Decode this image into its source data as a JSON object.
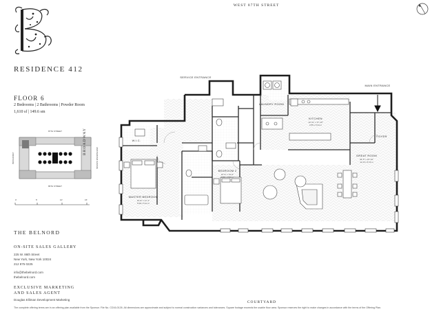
{
  "street_top": "WEST 87TH STREET",
  "residence": "RESIDENCE 412",
  "floor": {
    "title": "FLOOR 6",
    "rooms": "2 Bedrooms | 2 Bathrooms | Powder Room",
    "area": "1,610 sf | 149.6 sm"
  },
  "keyplan": {
    "top": "87TH STREET",
    "bottom": "86TH STREET",
    "left": "BROADWAY",
    "right": "AMSTERDAM AVENUE"
  },
  "scale_labels": [
    "0'",
    "5'",
    "10'",
    "15'"
  ],
  "broadway": "BROADWAY",
  "courtyard": "COURTYARD",
  "belnord": "THE BELNORD",
  "gallery": {
    "title": "ON-SITE SALES GALLERY",
    "address1": "225 W. 86th Street",
    "address2": "New York, New York 10024",
    "phone": "212 875 0225",
    "email": "info@thebelnord.com",
    "web": "thebelnord.com"
  },
  "marketing": {
    "title_line1": "EXCLUSIVE MARKETING",
    "title_line2": "AND SALES AGENT",
    "agent": "Douglas Elliman Development Marketing"
  },
  "disclaimer": "The complete offering terms are in an offering plan available from the Sponsor. File No. CD16-0126. All dimensions are approximate and subject to normal construction variances and tolerances. Square footage exceeds the usable floor area. Sponsor reserves the right to make changes in accordance with the terms of the Offering Plan.",
  "rooms": {
    "service_entrance": "SERVICE ENTRANCE",
    "main_entrance": "MAIN ENTRANCE",
    "laundry": "LAUNDRY ROOM",
    "kitchen": "KITCHEN",
    "kitchen_dim": "14'-11\" x 17'-10\"",
    "kitchen_dim_m": "4.55 x 5.44 m",
    "foyer": "FOYER",
    "master_bedroom": "MASTER BEDROOM",
    "master_dim": "16'-8\" x 17'-1\"",
    "master_dim_m": "5.08 x 5.21 m",
    "bedroom2": "BEDROOM 2",
    "bedroom2_dim": "10'-9\" x 13'-0\"",
    "bedroom2_dim_m": "3.28 x 3.96 m",
    "great_room": "GREAT ROOM",
    "great_dim": "36'-5\" x 16'-10\"",
    "great_dim_m": "11.10 x 5.13 m",
    "wic": "W.I.C."
  }
}
